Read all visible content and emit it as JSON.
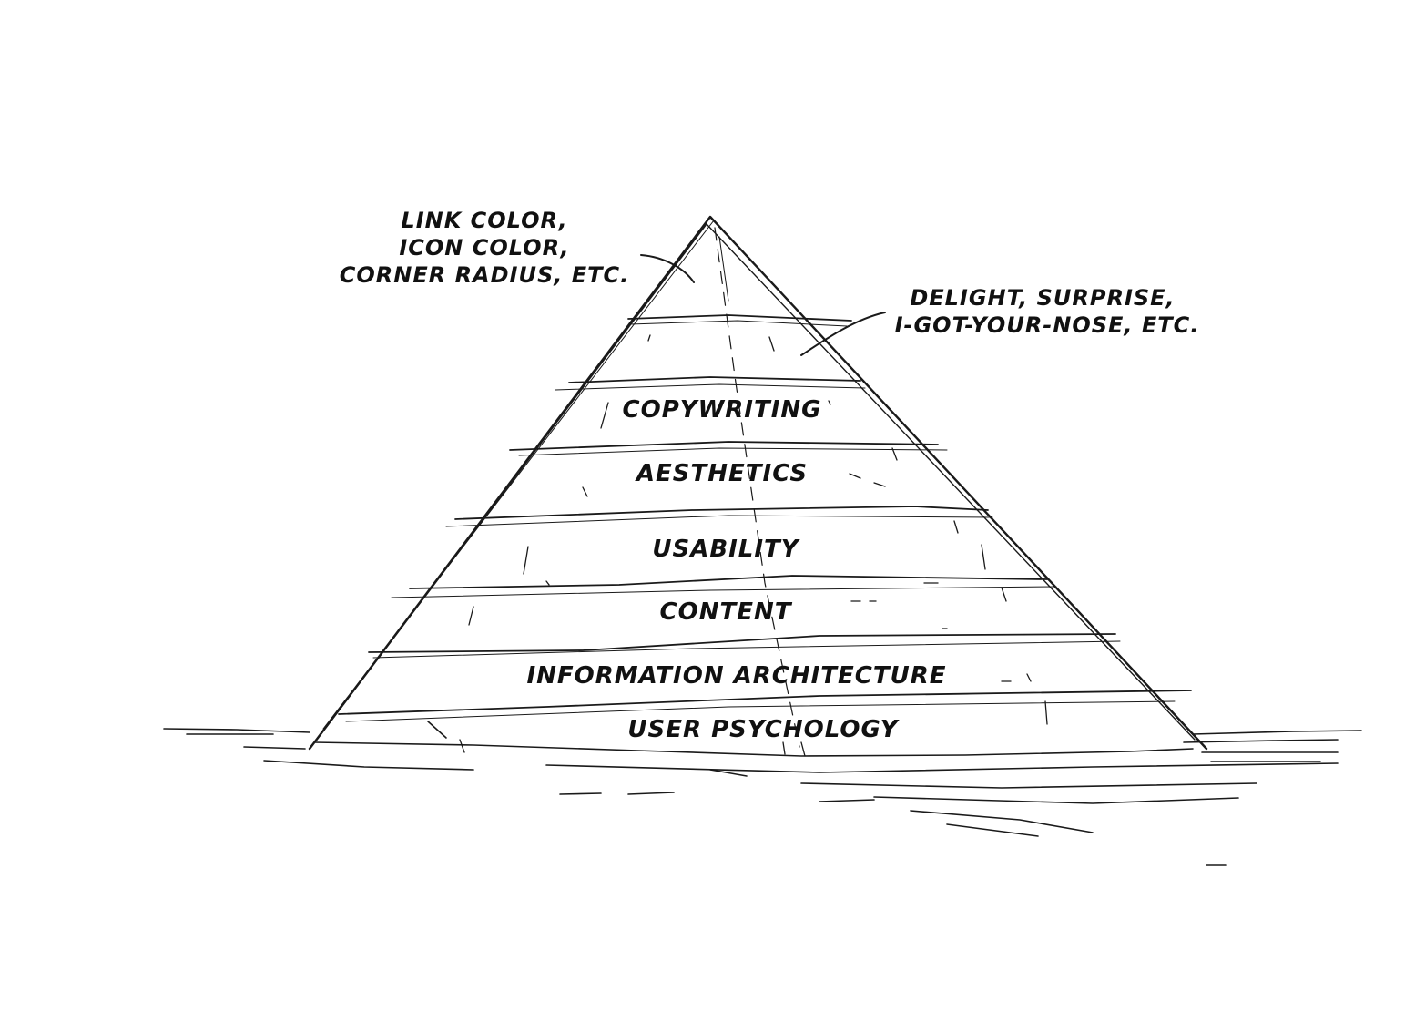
{
  "layers": [
    "USER PSYCHOLOGY",
    "INFORMATION ARCHITECTURE",
    "CONTENT",
    "USABILITY",
    "AESTHETICS",
    "COPYWRITING"
  ],
  "annotations": {
    "top_left": [
      "LINK COLOR,",
      "ICON COLOR,",
      "CORNER RADIUS, ETC."
    ],
    "top_right": [
      "DELIGHT, SURPRISE,",
      "I-GOT-YOUR-NOSE, ETC."
    ]
  },
  "colors": {
    "ink": "#1a1a1a",
    "background": "#ffffff"
  }
}
